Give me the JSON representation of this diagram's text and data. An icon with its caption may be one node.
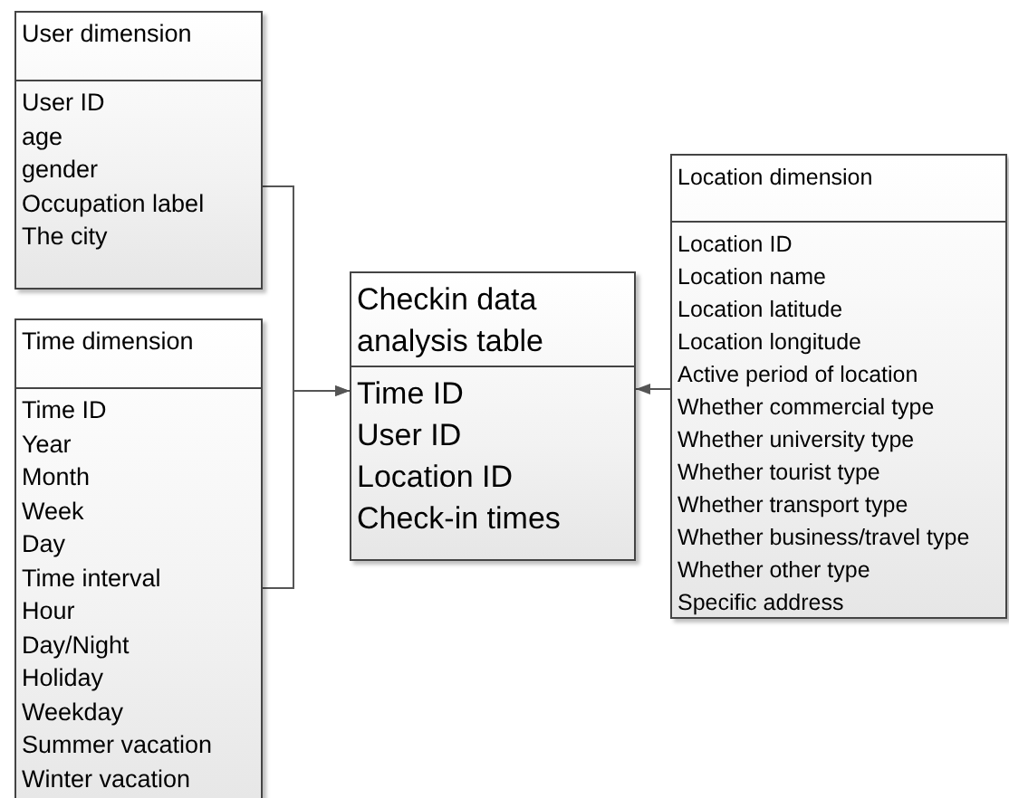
{
  "diagram": {
    "nodes": [
      {
        "text": [
          "User dimension",
          "User ID",
          "age",
          "gender",
          "Occupation label",
          "The city"
        ]
      },
      {
        "text": [
          "Time dimension",
          "Time ID",
          "Year",
          "Month",
          "Week",
          "Day",
          "Time interval",
          "Hour",
          "Day/Night",
          "Holiday",
          "Weekday",
          "Summer vacation",
          "Winter vacation"
        ]
      },
      {
        "text": [
          "Checkin data analysis table",
          "Time ID",
          "User ID",
          "Location ID",
          "Check-in times"
        ]
      },
      {
        "text": [
          "Location dimension",
          "Location ID",
          "Location name",
          "Location latitude",
          "Location longitude",
          "Active period of location",
          "Whether commercial type",
          "Whether university type",
          "Whether tourist type",
          "Whether transport type",
          "Whether business/travel type",
          "Whether other type",
          "Specific address"
        ]
      }
    ],
    "edges": [
      {
        "from": 0,
        "to": 2,
        "arrow": "to"
      },
      {
        "from": 1,
        "to": 2,
        "arrow": "to"
      },
      {
        "from": 3,
        "to": 2,
        "arrow": "to"
      }
    ]
  }
}
